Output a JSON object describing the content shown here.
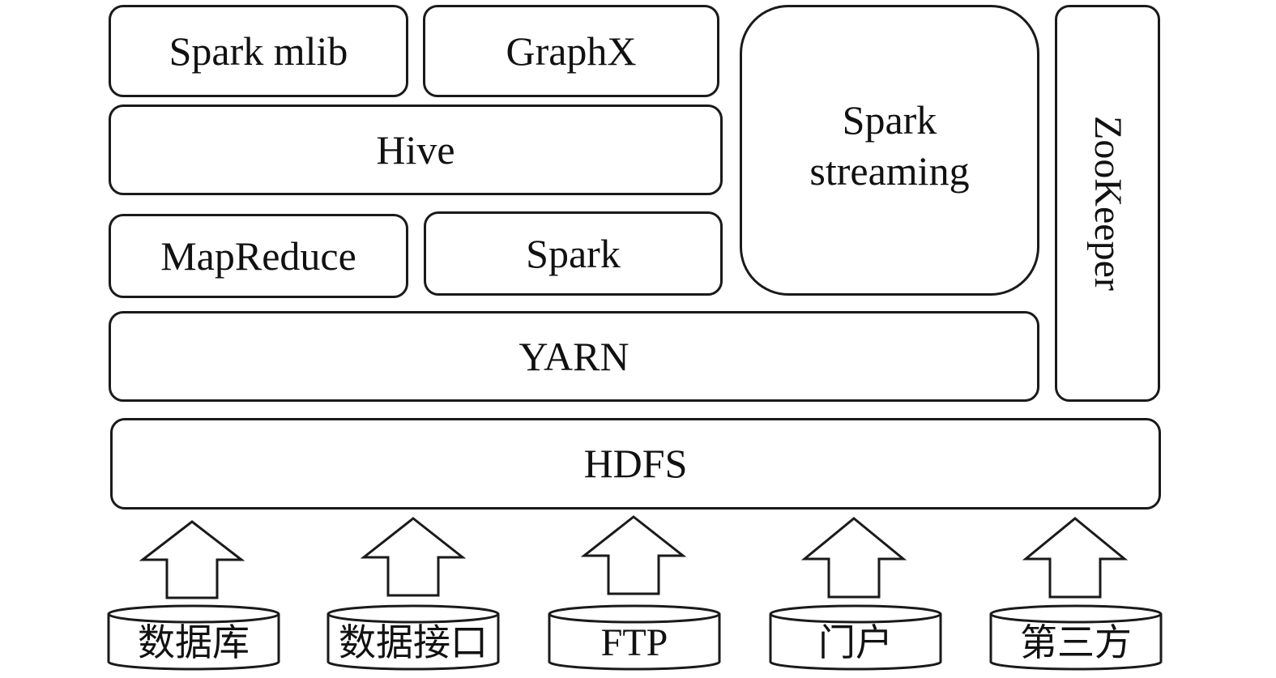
{
  "components": {
    "spark_mlib": "Spark mlib",
    "graphx": "GraphX",
    "hive": "Hive",
    "mapreduce": "MapReduce",
    "spark": "Spark",
    "spark_streaming": "Spark\nstreaming",
    "zookeeper": "ZooKeeper",
    "yarn": "YARN",
    "hdfs": "HDFS"
  },
  "sources": [
    {
      "label": "数据库"
    },
    {
      "label": "数据接口"
    },
    {
      "label": "FTP"
    },
    {
      "label": "门户"
    },
    {
      "label": "第三方"
    }
  ]
}
